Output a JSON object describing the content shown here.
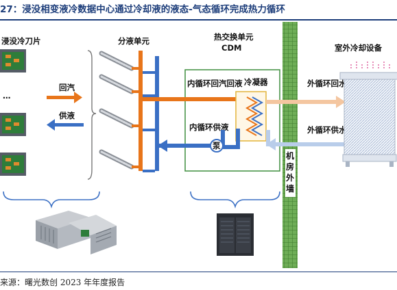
{
  "title": "27：浸没相变液冷数据中心通过冷却液的液态-气态循环完成热力循环",
  "source": "来源：曙光数创 2023 年年度报告",
  "labels": {
    "blade": "浸没冷刀片",
    "dots": "…",
    "return_gas": "回汽",
    "supply_liquid": "供液",
    "dist_unit": "分液单元",
    "hx_unit": "热交换单元",
    "cdm": "CDM",
    "inner_return": "内循环回汽回液",
    "condenser": "冷凝器",
    "inner_supply": "内循环供液",
    "pump": "泵",
    "wall": "机房外墙",
    "outdoor": "室外冷却设备",
    "outer_return": "外循环回水",
    "outer_supply": "外循环供水"
  },
  "colors": {
    "title": "#1c3d7a",
    "hot": "#e8751a",
    "cold": "#3a6fc4",
    "hot_light": "#f4c6a0",
    "cold_light": "#b9cdea",
    "green": "#3e8e3e",
    "unit_border": "#3e8e3e",
    "condenser_border": "#e2b43a"
  }
}
